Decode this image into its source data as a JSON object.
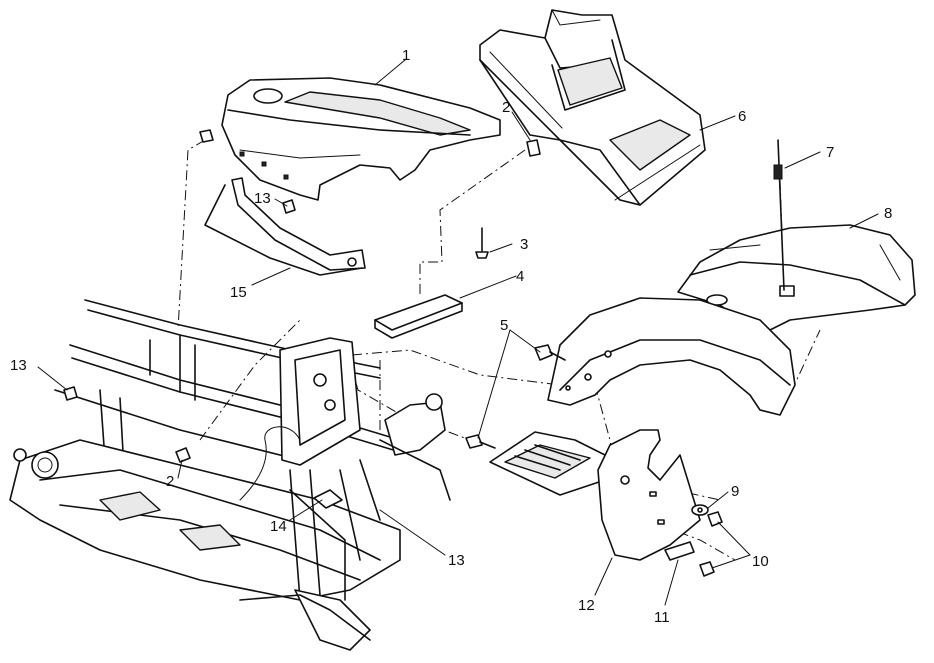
{
  "callouts": [
    {
      "id": "c1",
      "label": "1"
    },
    {
      "id": "c2a",
      "label": "2"
    },
    {
      "id": "c2b",
      "label": "2"
    },
    {
      "id": "c3",
      "label": "3"
    },
    {
      "id": "c4",
      "label": "4"
    },
    {
      "id": "c5",
      "label": "5"
    },
    {
      "id": "c6",
      "label": "6"
    },
    {
      "id": "c7",
      "label": "7"
    },
    {
      "id": "c8",
      "label": "8"
    },
    {
      "id": "c9",
      "label": "9"
    },
    {
      "id": "c10",
      "label": "10"
    },
    {
      "id": "c11",
      "label": "11"
    },
    {
      "id": "c12",
      "label": "12"
    },
    {
      "id": "c13a",
      "label": "13"
    },
    {
      "id": "c13b",
      "label": "13"
    },
    {
      "id": "c13c",
      "label": "13"
    },
    {
      "id": "c14",
      "label": "14"
    },
    {
      "id": "c15",
      "label": "15"
    }
  ]
}
